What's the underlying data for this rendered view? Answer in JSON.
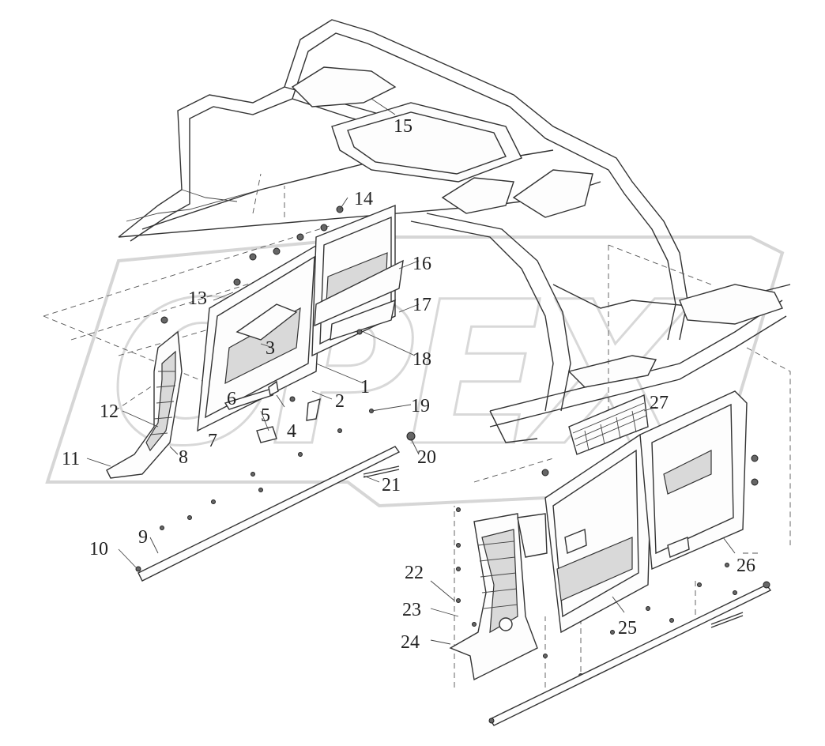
{
  "diagram": {
    "type": "exploded-parts-diagram",
    "watermark_text": "OPEX",
    "callouts": [
      "1",
      "2",
      "3",
      "4",
      "5",
      "6",
      "7",
      "8",
      "9",
      "10",
      "11",
      "12",
      "13",
      "14",
      "15",
      "16",
      "17",
      "18",
      "19",
      "20",
      "21",
      "22",
      "23",
      "24",
      "25",
      "26",
      "27"
    ]
  }
}
